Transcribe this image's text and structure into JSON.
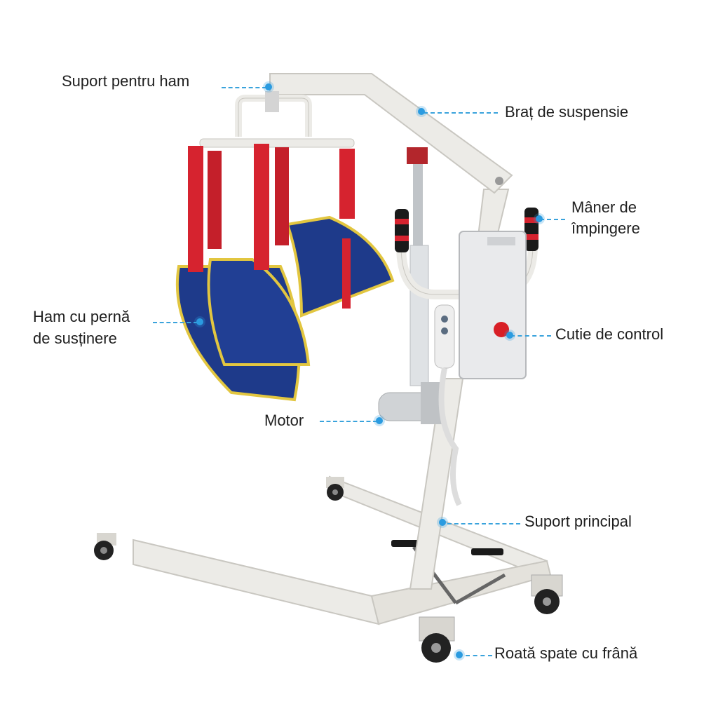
{
  "labels": {
    "harness_support": "Suport pentru ham",
    "suspension_arm": "Braț de suspensie",
    "push_handle_line1": "Mâner de",
    "push_handle_line2": "împingere",
    "sling_line1": "Ham cu pernă",
    "sling_line2": "de susținere",
    "control_box": "Cutie de control",
    "motor": "Motor",
    "main_support": "Suport principal",
    "rear_wheel": "Roată spate cu frână"
  },
  "colors": {
    "frame": "#ecebe7",
    "frame_edge": "#c9c7c1",
    "sling_blue": "#1e3a8a",
    "sling_trim": "#e2c640",
    "strap_red": "#d6232f",
    "handle_grip": "#1a1a1a",
    "emergency_red": "#d81f26",
    "leader": "#3aa3dc"
  }
}
